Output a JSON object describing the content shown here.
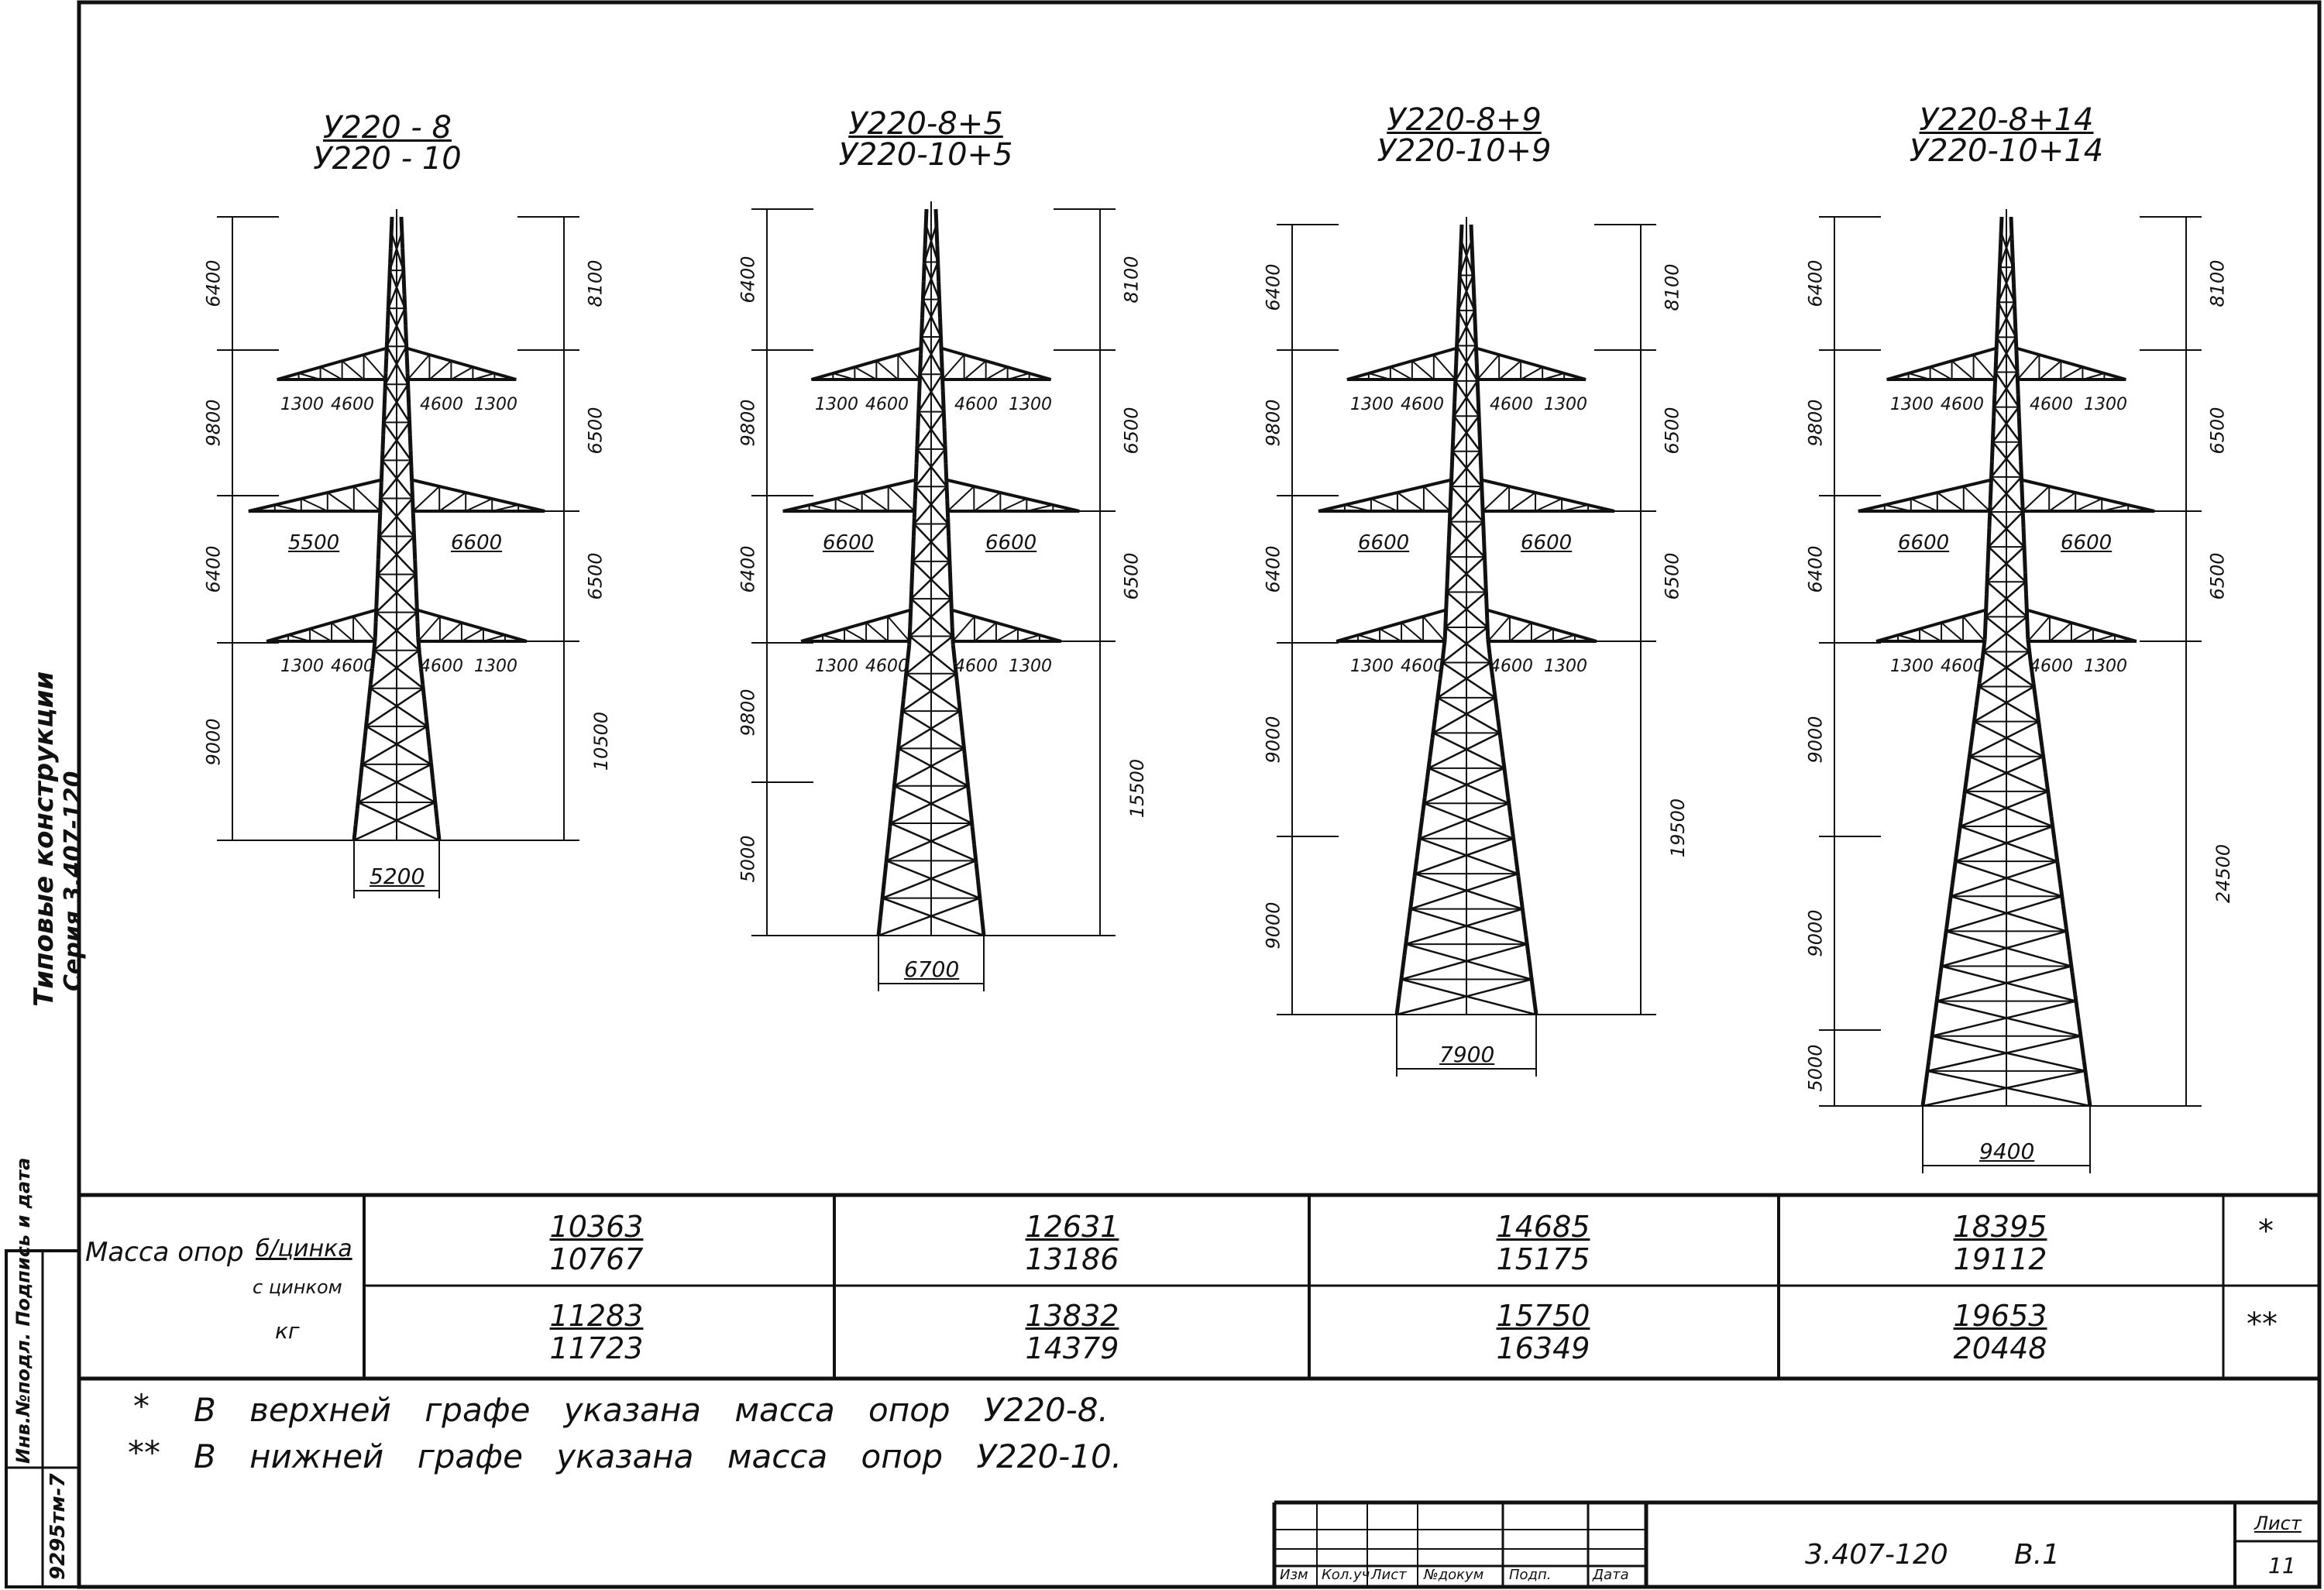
{
  "sidebar": {
    "vertical_title": "Типовые конструкции",
    "vertical_series": "Серия 3.407-120",
    "stamp_left": "Инв.№подл. Подпись и дата",
    "stamp_code": "9295тм-7"
  },
  "towers": [
    {
      "title_top": "У220 - 8",
      "title_bottom": "У220 - 10",
      "left_dims": [
        "6400",
        "9800",
        "6400",
        "9000"
      ],
      "right_dims": [
        "8100",
        "6500",
        "6500",
        "10500"
      ],
      "arm_top_dims": [
        "1300",
        "4600",
        "4600",
        "1300"
      ],
      "arm_mid_dims": [
        "5500",
        "6600"
      ],
      "arm_low_dims": [
        "1300",
        "4600",
        "4600",
        "1300"
      ],
      "base_width": "5200"
    },
    {
      "title_top": "У220-8+5",
      "title_bottom": "У220-10+5",
      "left_dims": [
        "6400",
        "9800",
        "6400",
        "9800",
        "5000"
      ],
      "right_dims": [
        "8100",
        "6500",
        "6500",
        "15500"
      ],
      "arm_top_dims": [
        "1300",
        "4600",
        "4600",
        "1300"
      ],
      "arm_mid_dims": [
        "6600",
        "6600"
      ],
      "arm_low_dims": [
        "1300",
        "4600",
        "4600",
        "1300"
      ],
      "base_width": "6700"
    },
    {
      "title_top": "У220-8+9",
      "title_bottom": "У220-10+9",
      "left_dims": [
        "6400",
        "9800",
        "6400",
        "9000",
        "9000"
      ],
      "right_dims": [
        "8100",
        "6500",
        "6500",
        "19500"
      ],
      "arm_top_dims": [
        "1300",
        "4600",
        "4600",
        "1300"
      ],
      "arm_mid_dims": [
        "6600",
        "6600"
      ],
      "arm_low_dims": [
        "1300",
        "4600",
        "4600",
        "1300"
      ],
      "base_width": "7900"
    },
    {
      "title_top": "У220-8+14",
      "title_bottom": "У220-10+14",
      "left_dims": [
        "6400",
        "9800",
        "6400",
        "9000",
        "9000",
        "5000"
      ],
      "right_dims": [
        "8100",
        "6500",
        "6500",
        "24500"
      ],
      "arm_top_dims": [
        "1300",
        "4600",
        "4600",
        "1300"
      ],
      "arm_mid_dims": [
        "6600",
        "6600"
      ],
      "arm_low_dims": [
        "1300",
        "4600",
        "4600",
        "1300"
      ],
      "base_width": "9400"
    }
  ],
  "mass_table": {
    "row_label": "Масса опор",
    "sub_without": "б/цинка",
    "sub_with": "с цинком",
    "unit": "кг",
    "row1_mark": "*",
    "row2_mark": "**",
    "row1": [
      {
        "top": "10363",
        "bottom": "10767"
      },
      {
        "top": "12631",
        "bottom": "13186"
      },
      {
        "top": "14685",
        "bottom": "15175"
      },
      {
        "top": "18395",
        "bottom": "19112"
      }
    ],
    "row2": [
      {
        "top": "11283",
        "bottom": "11723"
      },
      {
        "top": "13832",
        "bottom": "14379"
      },
      {
        "top": "15750",
        "bottom": "16349"
      },
      {
        "top": "19653",
        "bottom": "20448"
      }
    ]
  },
  "notes": {
    "line1_mark": "*",
    "line1": "В верхней графе указана масса опор У220-8.",
    "line2_mark": "**",
    "line2": "В нижней графе указана масса опор У220-10."
  },
  "title_block": {
    "doc_code": "3.407-120",
    "sheet_code": "В.1",
    "sheet_label": "Лист",
    "sheet_number": "11",
    "col_labels": [
      "Изм",
      "Кол.уч",
      "Лист",
      "№докум",
      "Подп.",
      "Дата"
    ]
  }
}
